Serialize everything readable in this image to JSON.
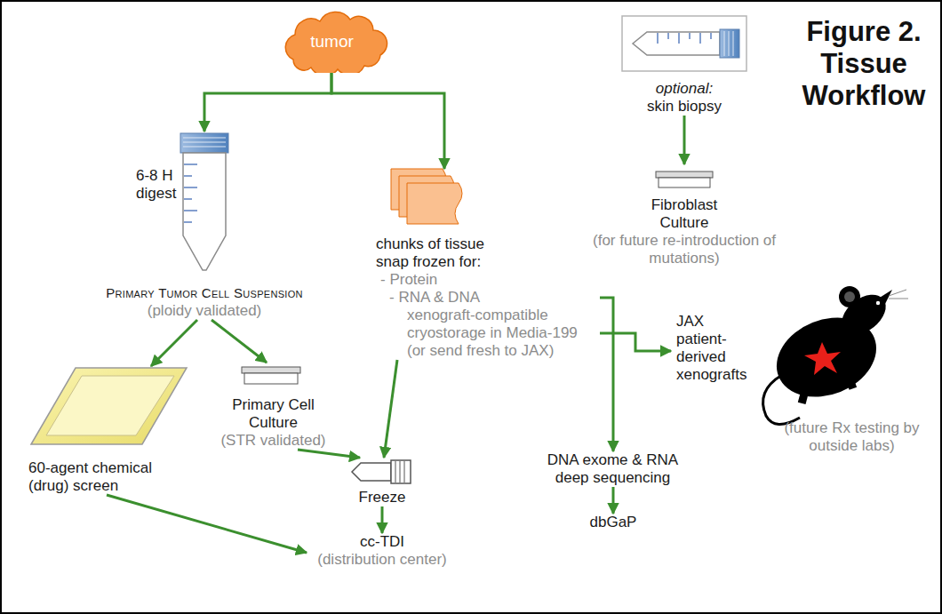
{
  "diagram": {
    "title": "Figure 2. Tissue Workflow",
    "nodes": [
      {
        "text": [
          "tumor"
        ]
      },
      {
        "text": [
          "6-8 H digest",
          "Primary Tumor Cell Suspension",
          "(ploidy validated)"
        ]
      },
      {
        "text": [
          "chunks of tissue snap frozen for:",
          "- Protein",
          "- RNA & DNA",
          "xenograft-compatible cryostorage in Media-199 (or send fresh to JAX)"
        ]
      },
      {
        "text": [
          "optional:",
          "skin biopsy"
        ]
      },
      {
        "text": [
          "Fibroblast Culture",
          "(for future re-introduction of mutations)"
        ]
      },
      {
        "text": [
          "60-agent chemical (drug) screen"
        ]
      },
      {
        "text": [
          "Primary Cell Culture",
          "(STR validated)"
        ]
      },
      {
        "text": [
          "Freeze"
        ]
      },
      {
        "text": [
          "JAX patient-derived xenografts",
          "(future Rx testing by outside labs)"
        ]
      },
      {
        "text": [
          "DNA exome & RNA deep sequencing"
        ]
      },
      {
        "text": [
          "dbGaP"
        ]
      },
      {
        "text": [
          "cc-TDI",
          "(distribution center)"
        ]
      }
    ],
    "edges": [
      {
        "from": 0,
        "to": 1,
        "arrow": "to"
      },
      {
        "from": 0,
        "to": 2,
        "arrow": "to"
      },
      {
        "from": 3,
        "to": 4,
        "arrow": "to"
      },
      {
        "from": 1,
        "to": 5,
        "arrow": "to"
      },
      {
        "from": 1,
        "to": 6,
        "arrow": "to"
      },
      {
        "from": 2,
        "to": 7,
        "arrow": "to"
      },
      {
        "from": 6,
        "to": 7,
        "arrow": "to"
      },
      {
        "from": 5,
        "to": 11,
        "arrow": "to"
      },
      {
        "from": 7,
        "to": 11,
        "arrow": "to"
      },
      {
        "from": 2,
        "to": 9,
        "arrow": "to"
      },
      {
        "from": 2,
        "to": 8,
        "arrow": "to"
      },
      {
        "from": 9,
        "to": 10,
        "arrow": "to"
      }
    ]
  }
}
